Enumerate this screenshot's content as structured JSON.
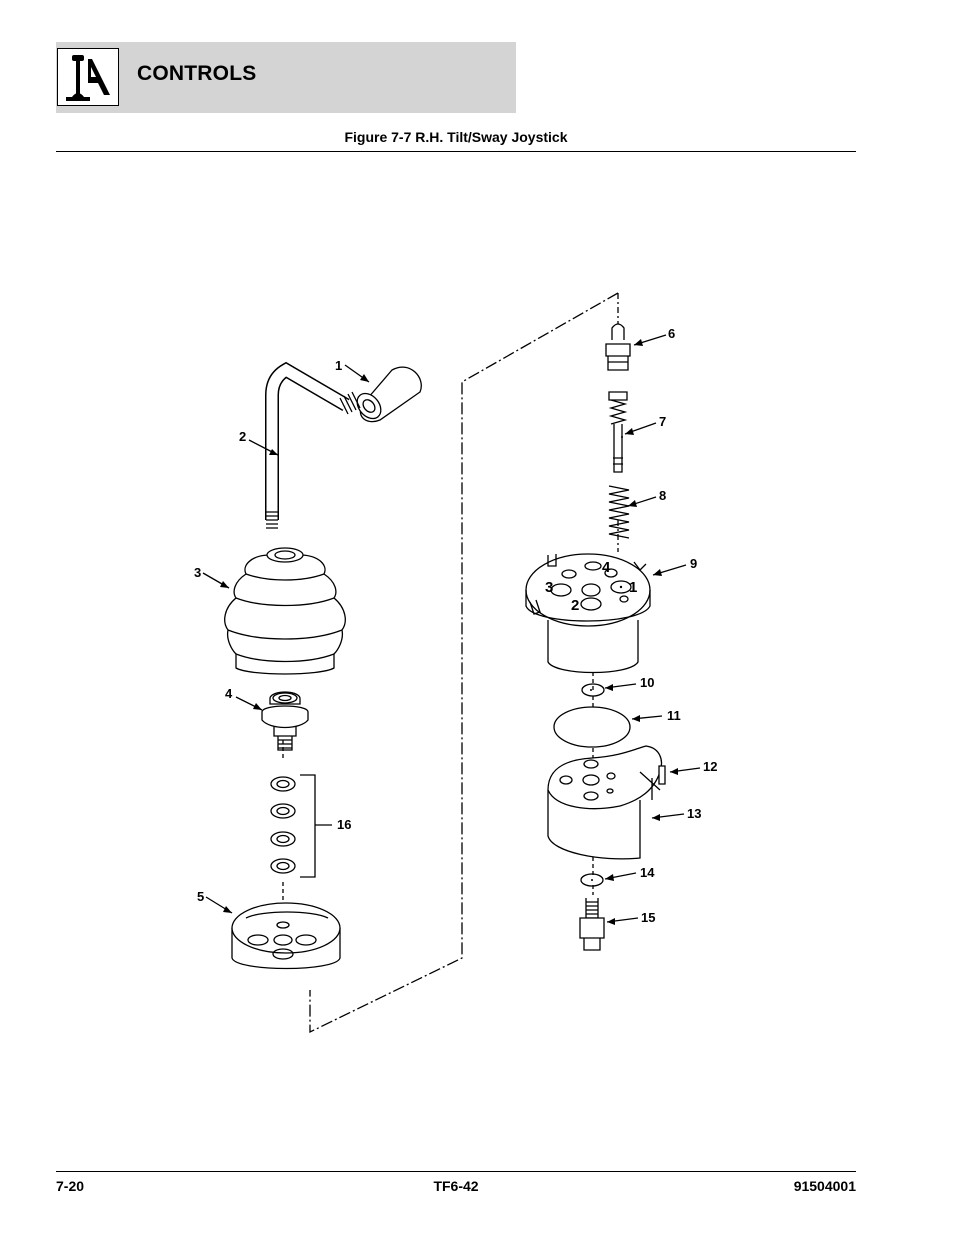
{
  "header": {
    "section_title": "CONTROLS",
    "logo_icon": "joystick-lever-icon"
  },
  "figure": {
    "title": "Figure 7-7 R.H. Tilt/Sway Joystick",
    "callouts": [
      "1",
      "2",
      "3",
      "4",
      "5",
      "6",
      "7",
      "8",
      "9",
      "10",
      "11",
      "12",
      "13",
      "14",
      "15",
      "16"
    ],
    "port_numbers": [
      "1",
      "2",
      "3",
      "4"
    ]
  },
  "footer": {
    "page_number": "7-20",
    "model": "TF6-42",
    "part_number": "91504001"
  }
}
